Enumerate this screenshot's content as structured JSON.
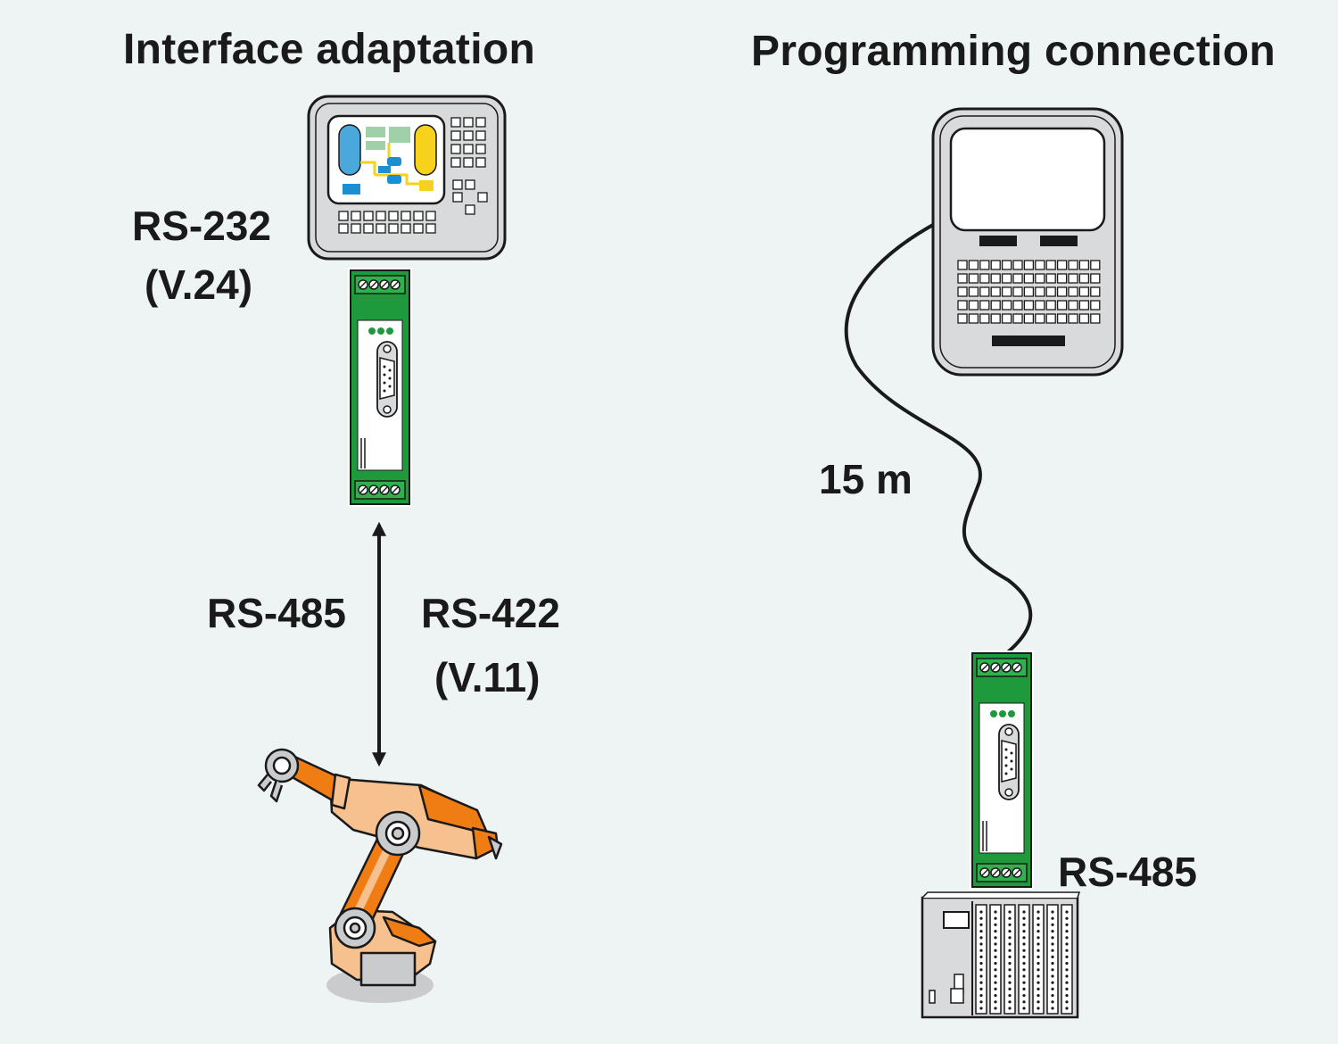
{
  "titles": {
    "left": "Interface adaptation",
    "right": "Programming connection"
  },
  "labels": {
    "rs232": "RS-232",
    "v24": "(V.24)",
    "rs485_left": "RS-485",
    "rs422": "RS-422",
    "v11": "(V.11)",
    "cable_length": "15 m",
    "rs485_right": "RS-485"
  },
  "devices": {
    "left_top": "operator-panel",
    "left_converter": "interface-converter-module",
    "left_bottom": "industrial-robot",
    "right_top": "programming-terminal",
    "right_converter": "interface-converter-module",
    "right_bottom": "plc-controller"
  },
  "colors": {
    "background": "#eef3f4",
    "module_green": "#1e9a3c",
    "robot_orange": "#f07d14",
    "robot_skin": "#f6c08f",
    "panel_blue": "#4aa8dc",
    "panel_yellow": "#f7d21c",
    "device_gray": "#d9dadb"
  }
}
